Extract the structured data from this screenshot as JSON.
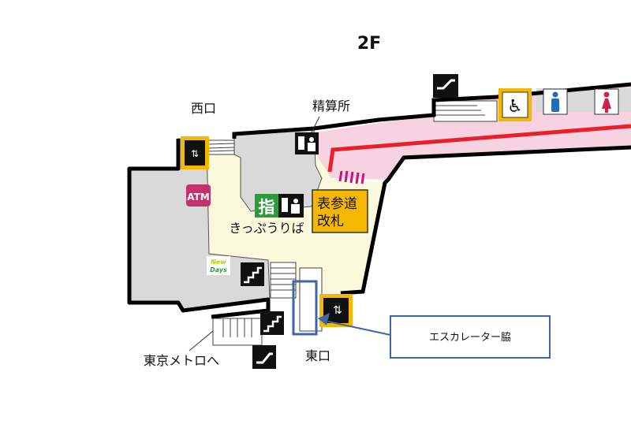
{
  "floor": "2F",
  "labels": {
    "west_exit": "西口",
    "fare_adjustment": "精算所",
    "ticket_office": "きっぷうりば",
    "gate_line1": "表参道",
    "gate_line2": "改札",
    "tokyo_metro": "東京メトロへ",
    "east_exit": "東口",
    "atm": "ATM",
    "reserved_seat_mark": "指",
    "newdays_line1": "New",
    "newdays_line2": "Days"
  },
  "callout": {
    "text": "エスカレーター脇"
  },
  "colors": {
    "concourse": "#fbf9dc",
    "paid_area": "#f7d3e2",
    "building": "#d9d9d9",
    "line": "#e8202a",
    "accent_yellow": "#f5b800",
    "callout_border": "#3f67a8",
    "atm": "#c3326d",
    "green": "#2e9a3e"
  }
}
